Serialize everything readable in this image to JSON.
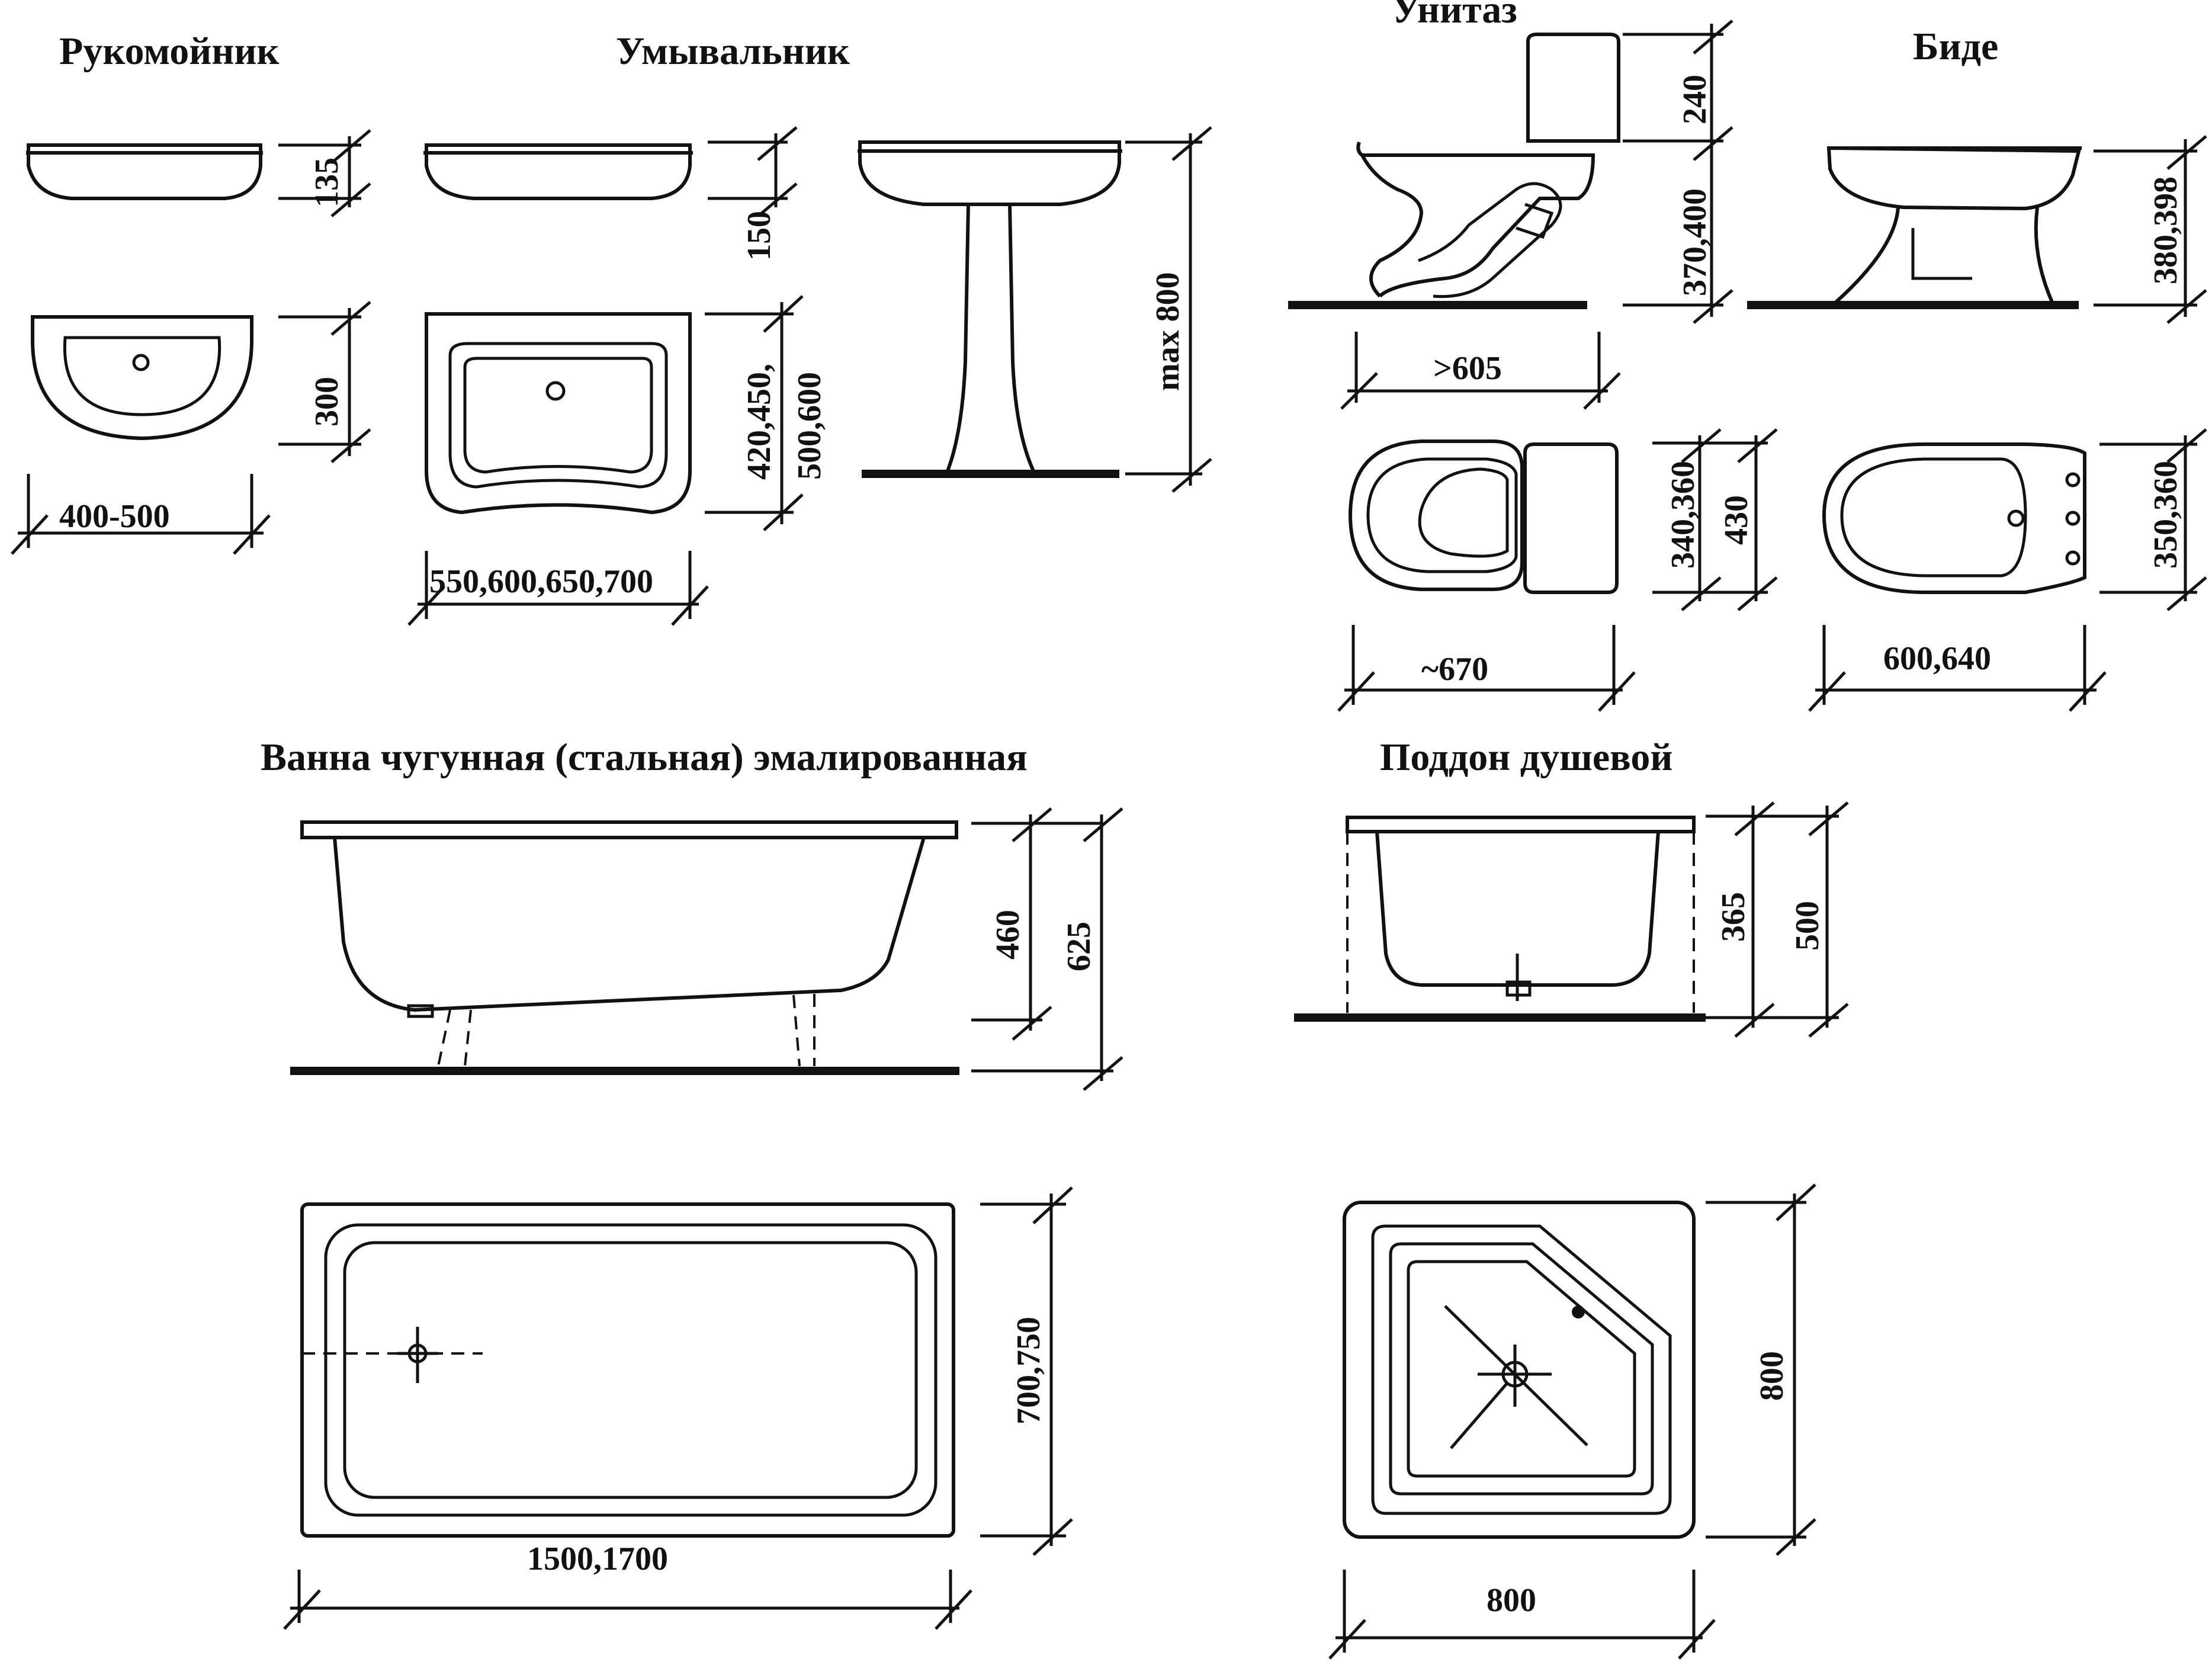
{
  "titles": {
    "washstand": "Рукомойник",
    "washbasin": "Умывальник",
    "toilet": "Унитаз",
    "bidet": "Биде",
    "bathtub": "Ванна чугунная (стальная) эмалированная",
    "shower_tray": "Поддон душевой"
  },
  "dims": {
    "washstand_height": "135",
    "washstand_depth": "300",
    "washstand_width": "400-500",
    "washbasin_height": "150",
    "washbasin_depth_1": "420,450,",
    "washbasin_depth_2": "500,600",
    "washbasin_width": "550,600,650,700",
    "washbasin_pedestal_height": "max 800",
    "toilet_tank_height": "240",
    "toilet_bowl_height": "370,400",
    "toilet_side_length": ">605",
    "toilet_seat_width": "340,360",
    "toilet_tank_width": "430",
    "toilet_plan_length": "~670",
    "bidet_height": "380,398",
    "bidet_width": "350,360",
    "bidet_length": "600,640",
    "bathtub_height": "460",
    "bathtub_total_height": "625",
    "bathtub_width": "700,750",
    "bathtub_length": "1500,1700",
    "tray_height": "365",
    "tray_total_height": "500",
    "tray_depth": "800",
    "tray_width": "800"
  }
}
